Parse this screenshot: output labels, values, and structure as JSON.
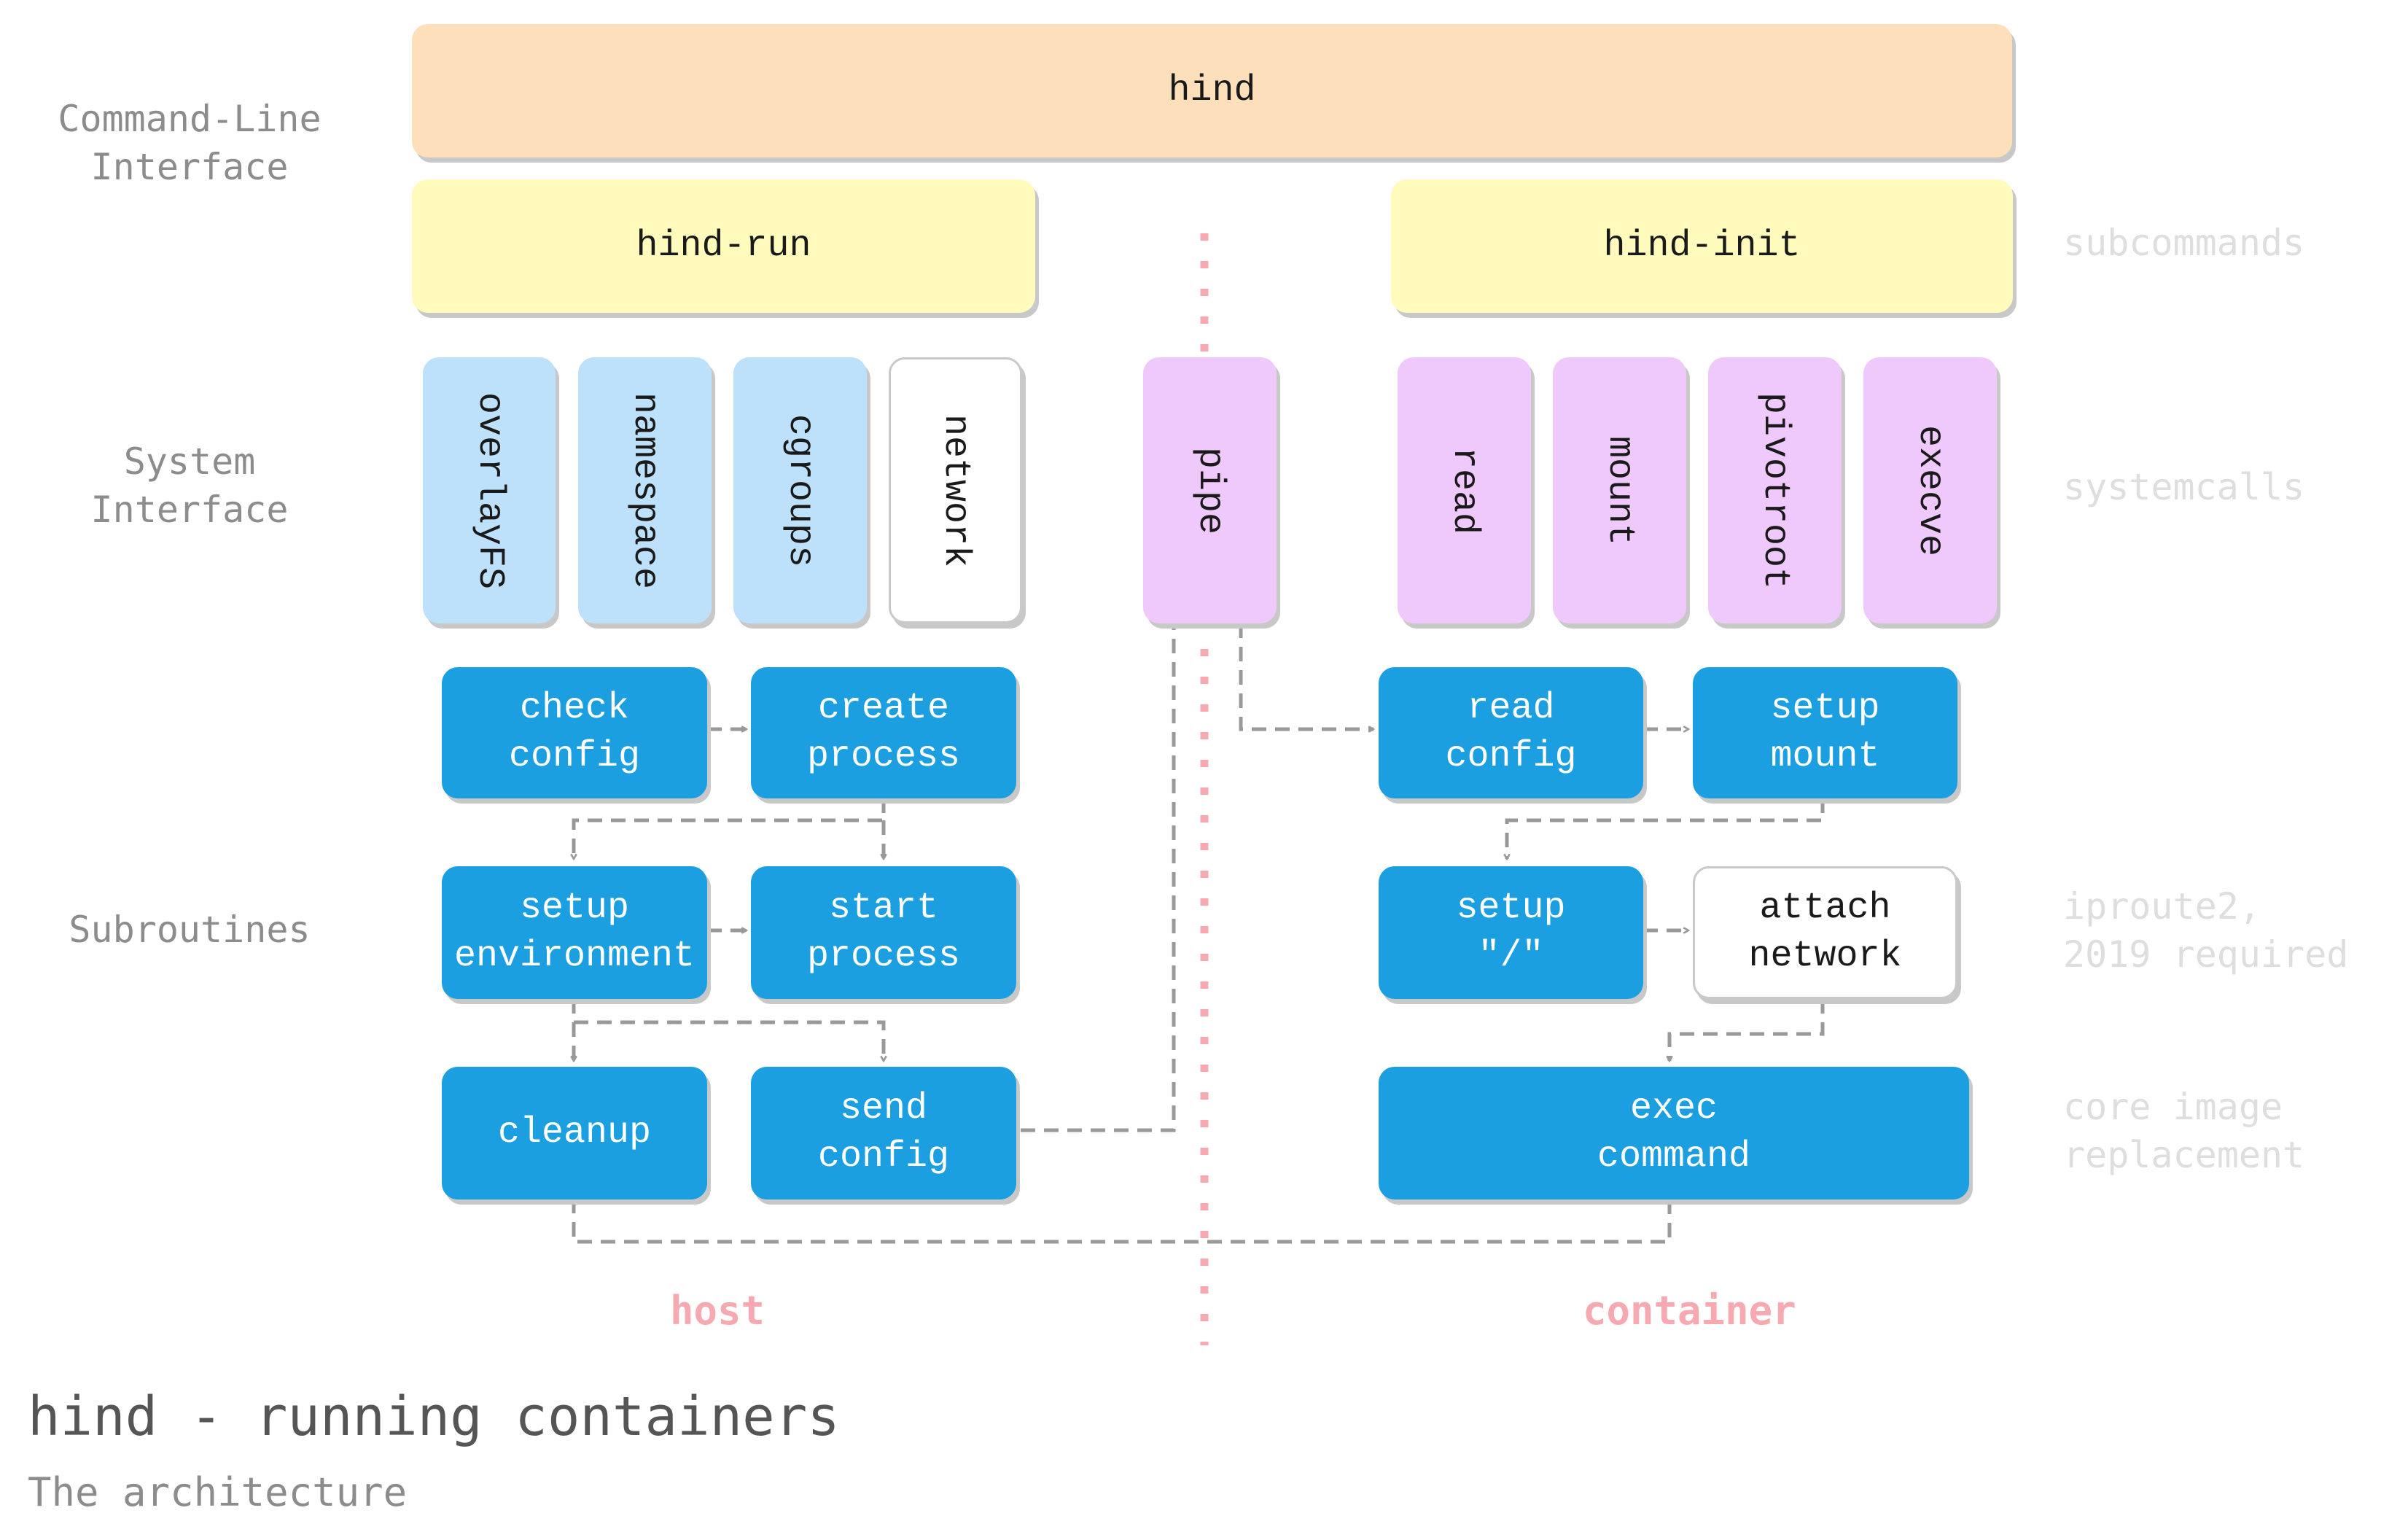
{
  "layers": {
    "cli": "Command-Line\nInterface",
    "system": "System\nInterface",
    "subroutines": "Subroutines"
  },
  "annotations": {
    "subcommands": "subcommands",
    "systemcalls": "systemcalls",
    "iproute2": "iproute2,\n2019 required",
    "core_image": "core image\nreplacement"
  },
  "cli": {
    "hind": "hind"
  },
  "subcommands": {
    "run": "hind-run",
    "init": "hind-init"
  },
  "syscalls": {
    "overlayfs": "overlayFS",
    "namespace": "namespace",
    "cgroups": "cgroups",
    "network": "network",
    "pipe": "pipe",
    "read": "read",
    "mount": "mount",
    "pivotroot": "pivotroot",
    "execve": "execve"
  },
  "routines": {
    "check_config": "check\nconfig",
    "create_process": "create\nprocess",
    "setup_environment": "setup\nenvironment",
    "start_process": "start\nprocess",
    "cleanup": "cleanup",
    "send_config": "send\nconfig",
    "read_config": "read\nconfig",
    "setup_mount": "setup\nmount",
    "setup_root": "setup\n\"/\"",
    "attach_network": "attach\nnetwork",
    "exec_command": "exec\ncommand"
  },
  "sides": {
    "host": "host",
    "container": "container"
  },
  "title": "hind - running containers",
  "subtitle": "The architecture",
  "colors": {
    "cli": "#fedfbc",
    "subcommand": "#fefbbd",
    "syscall_host": "#bde0fb",
    "syscall_pipe": "#efc9fb",
    "routine": "#1c9fe0",
    "divider": "#f6a9b0",
    "connector": "#999999"
  }
}
